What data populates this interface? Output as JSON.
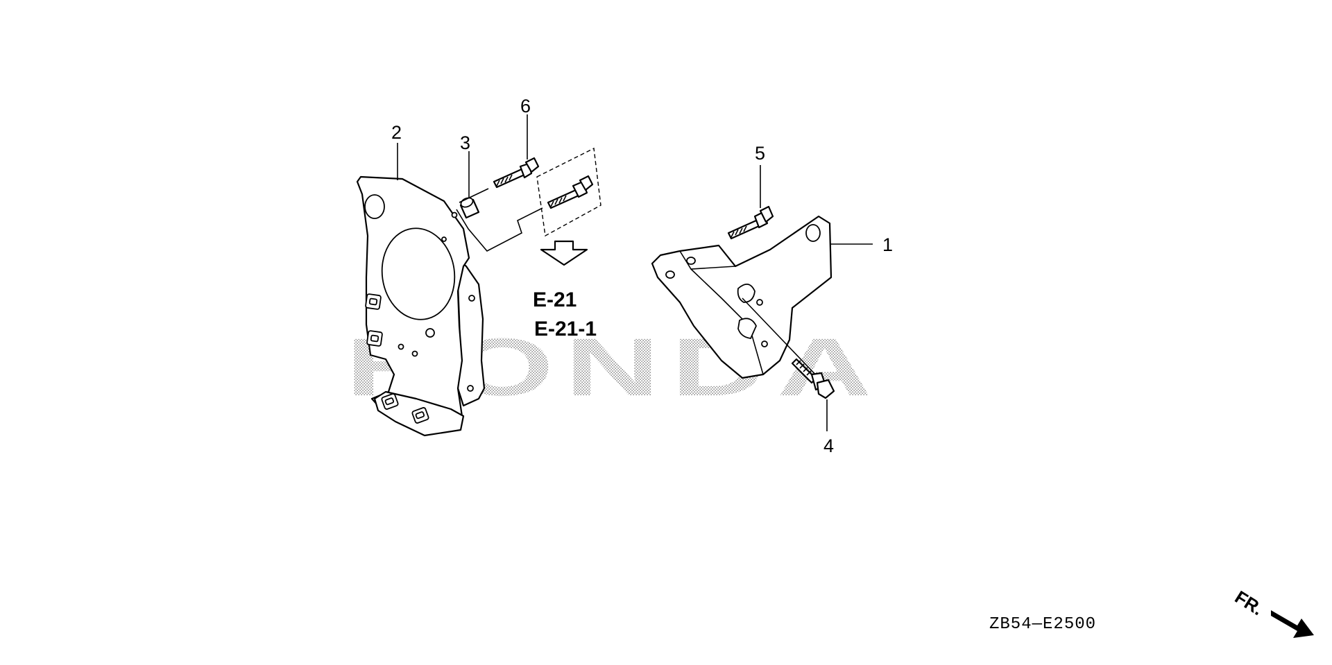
{
  "watermark": {
    "text": "HONDA"
  },
  "callouts": {
    "c1": "1",
    "c2": "2",
    "c3": "3",
    "c4": "4",
    "c5": "5",
    "c6": "6"
  },
  "references": {
    "ref1": "E-21",
    "ref2": "E-21-1"
  },
  "diagram_code": "ZB54—E2500",
  "direction_label": "FR."
}
